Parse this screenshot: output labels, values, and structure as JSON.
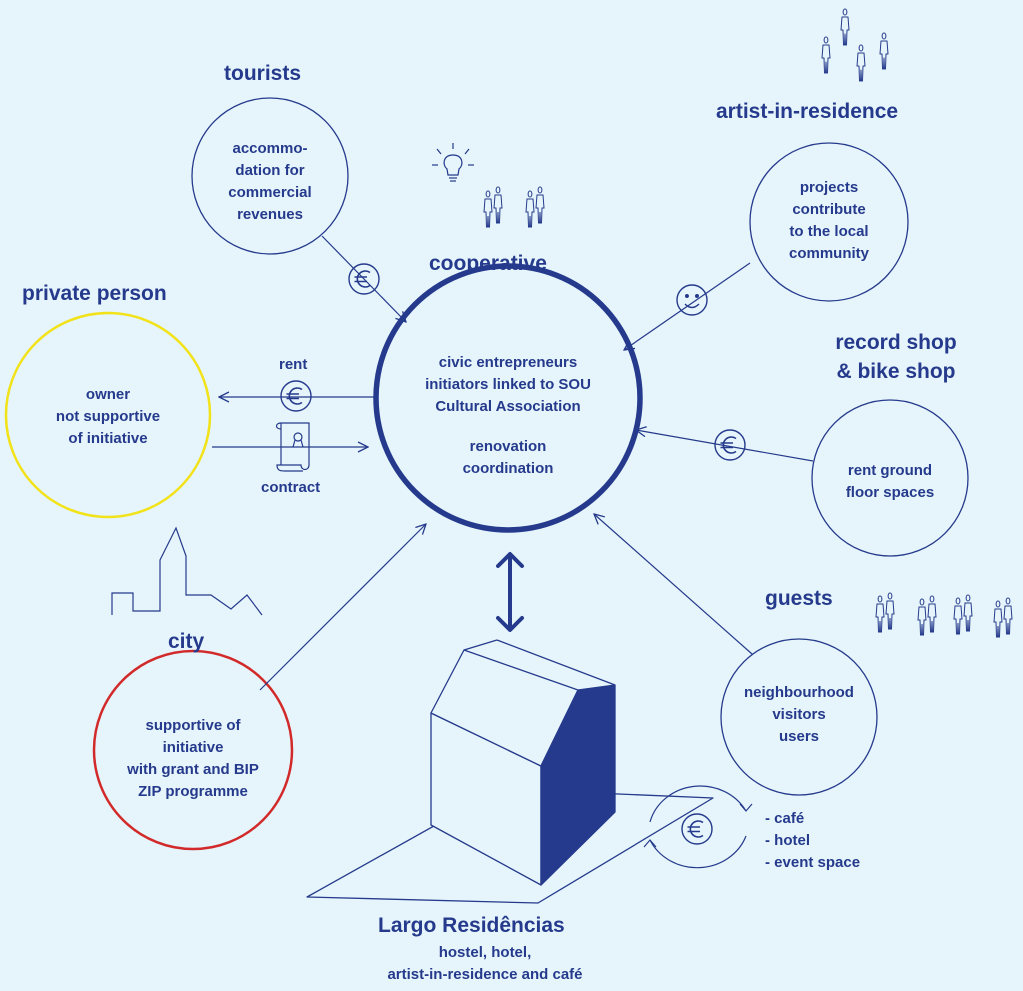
{
  "colors": {
    "background": "#e6f5fb",
    "ink": "#253a8c",
    "private_person_circle": "#f2e21a",
    "city_circle": "#d22a2a"
  },
  "icons": [
    "lightbulb-icon",
    "people-icon",
    "euro-coin-icon",
    "smiley-icon",
    "contract-scroll-icon",
    "skyline-icon",
    "building-icon",
    "double-arrow-icon",
    "cycle-arrows-icon"
  ],
  "nodes": {
    "tourists": {
      "heading": "tourists",
      "lines": [
        "accommo-",
        "dation for",
        "commercial",
        "revenues"
      ]
    },
    "cooperative": {
      "heading": "cooperative",
      "lines": [
        "civic entrepreneurs",
        "initiators linked to SOU",
        "Cultural Association"
      ],
      "lines2": [
        "renovation",
        "coordination"
      ]
    },
    "artist": {
      "heading": "artist-in-residence",
      "lines": [
        "projects",
        "contribute",
        "to the local",
        "community"
      ]
    },
    "private_person": {
      "heading": "private person",
      "lines": [
        "owner",
        "not supportive",
        "of initiative"
      ]
    },
    "shops": {
      "heading_lines": [
        "record shop",
        "& bike shop"
      ],
      "lines": [
        "rent ground",
        "floor spaces"
      ]
    },
    "city": {
      "heading": "city",
      "lines": [
        "supportive of",
        "initiative",
        "with grant and BIP",
        "ZIP programme"
      ]
    },
    "guests": {
      "heading": "guests",
      "lines": [
        "neighbourhood",
        "visitors",
        "users"
      ]
    },
    "largo": {
      "heading": "Largo Residências",
      "lines": [
        "hostel, hotel,",
        "artist-in-residence and café"
      ]
    }
  },
  "flow_labels": {
    "rent": "rent",
    "contract": "contract"
  },
  "revenue_list": [
    "- café",
    "- hotel",
    "- event space"
  ]
}
